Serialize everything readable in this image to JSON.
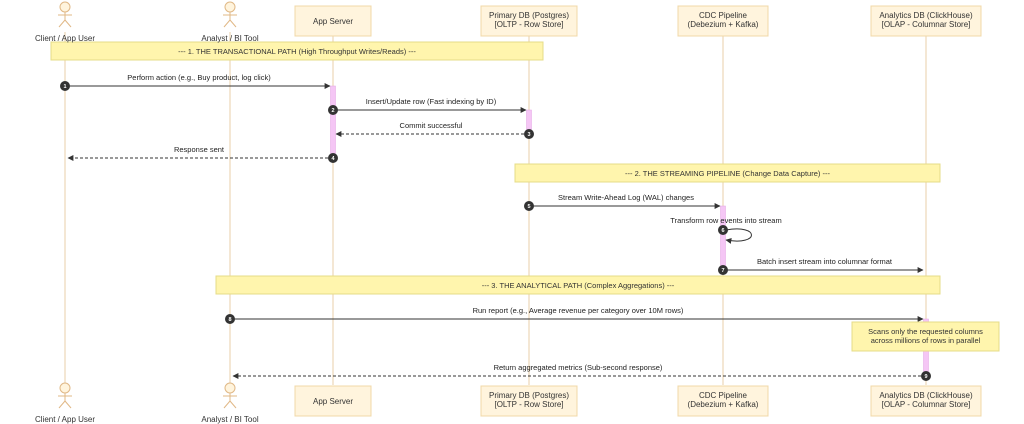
{
  "colors": {
    "lifeline": "#e9cfa8",
    "box_fill": "#fff4dd",
    "box_stroke": "#f0d8a8",
    "note_fill": "#fff5ad",
    "note_stroke": "#e6dc88",
    "activation": "#f5c6f5",
    "arrow": "#333333",
    "number_badge": "#333333"
  },
  "participants": [
    {
      "id": "client",
      "type": "actor",
      "label": "Client / App User",
      "icon": "person-icon"
    },
    {
      "id": "analyst",
      "type": "actor",
      "label": "Analyst / BI Tool",
      "icon": "person-icon"
    },
    {
      "id": "app",
      "type": "box",
      "lines": [
        "App Server"
      ]
    },
    {
      "id": "pg",
      "type": "box",
      "lines": [
        "Primary DB (Postgres)",
        "[OLTP - Row Store]"
      ]
    },
    {
      "id": "cdc",
      "type": "box",
      "lines": [
        "CDC Pipeline",
        "(Debezium + Kafka)"
      ]
    },
    {
      "id": "ch",
      "type": "box",
      "lines": [
        "Analytics DB (ClickHouse)",
        "[OLAP - Columnar Store]"
      ]
    }
  ],
  "sections": [
    {
      "text": "--- 1. THE TRANSACTIONAL PATH (High Throughput Writes/Reads) ---",
      "from": "client",
      "to": "pg"
    },
    {
      "text": "--- 2. THE STREAMING PIPELINE (Change Data Capture) ---",
      "from": "pg",
      "to": "ch"
    },
    {
      "text": "--- 3. THE ANALYTICAL PATH (Complex Aggregations) ---",
      "from": "analyst",
      "to": "ch"
    }
  ],
  "messages": [
    {
      "num": "1",
      "from": "client",
      "to": "app",
      "label": "Perform action (e.g., Buy product, log click)",
      "style": "solid"
    },
    {
      "num": "2",
      "from": "app",
      "to": "pg",
      "label": "Insert/Update row (Fast indexing by ID)",
      "style": "solid"
    },
    {
      "num": "3",
      "from": "pg",
      "to": "app",
      "label": "Commit successful",
      "style": "dashed"
    },
    {
      "num": "4",
      "from": "app",
      "to": "client",
      "label": "Response sent",
      "style": "dashed"
    },
    {
      "num": "5",
      "from": "pg",
      "to": "cdc",
      "label": "Stream Write-Ahead Log (WAL) changes",
      "style": "solid"
    },
    {
      "num": "6",
      "from": "cdc",
      "to": "cdc",
      "label": "Transform row events into stream",
      "style": "solid"
    },
    {
      "num": "7",
      "from": "cdc",
      "to": "ch",
      "label": "Batch insert stream into columnar format",
      "style": "solid"
    },
    {
      "num": "8",
      "from": "analyst",
      "to": "ch",
      "label": "Run report (e.g., Average revenue per category over 10M rows)",
      "style": "solid"
    },
    {
      "num": "9",
      "from": "ch",
      "to": "analyst",
      "label": "Return aggregated metrics (Sub-second response)",
      "style": "dashed"
    }
  ],
  "notes": [
    {
      "over": "ch",
      "lines": [
        "Scans only the requested columns",
        "across millions of rows in parallel"
      ]
    }
  ]
}
